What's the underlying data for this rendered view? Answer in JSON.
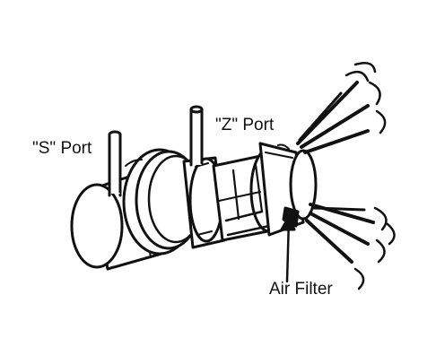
{
  "diagram": {
    "labels": {
      "s_port": "\"S\" Port",
      "z_port": "\"Z\" Port",
      "air_filter": "Air Filter"
    },
    "colors": {
      "ink": "#111111",
      "paper": "#ffffff"
    }
  }
}
